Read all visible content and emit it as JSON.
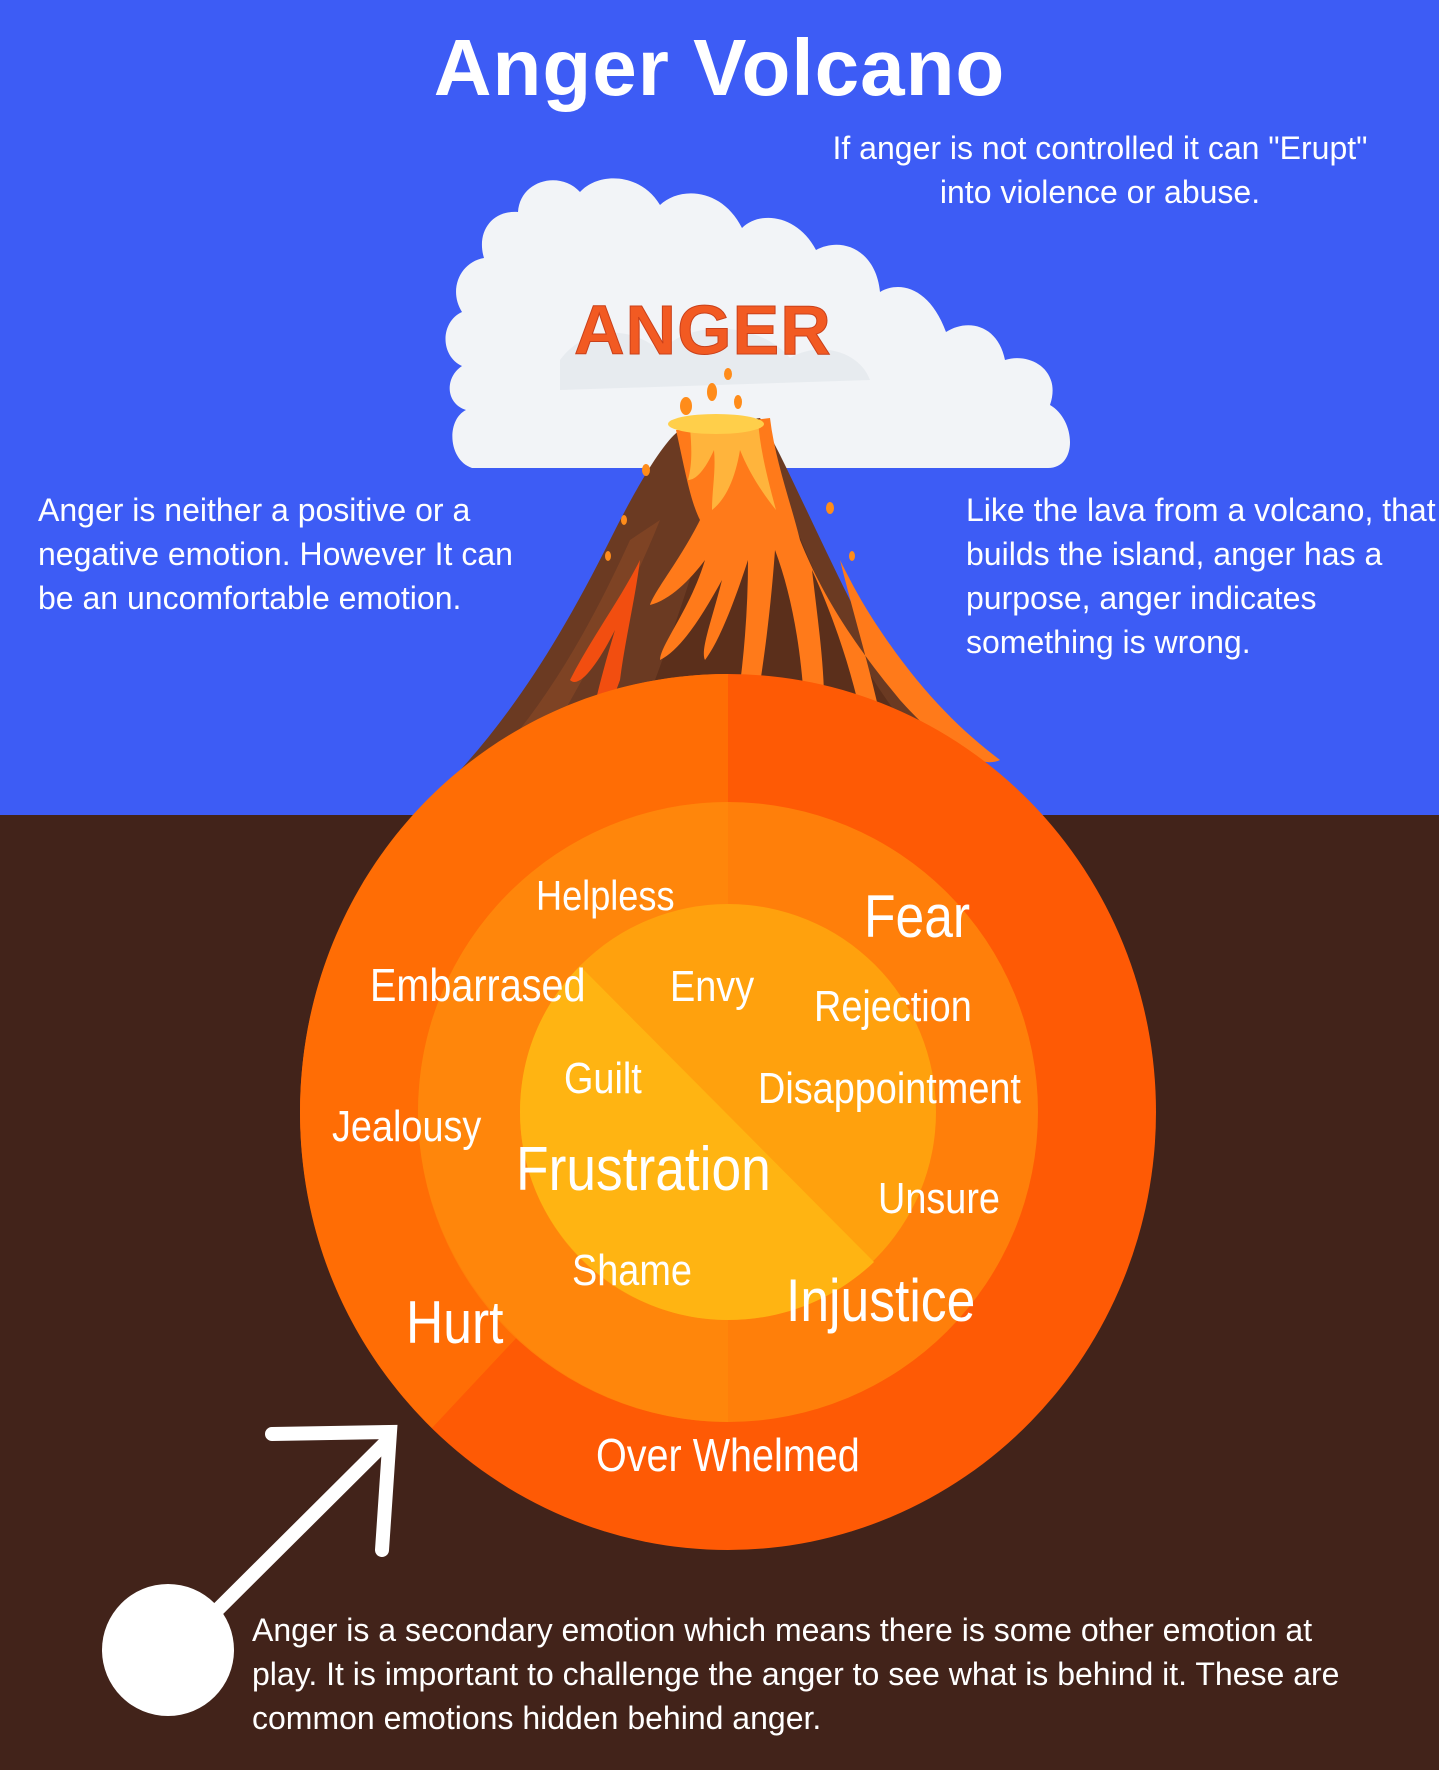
{
  "title": "Anger Volcano",
  "eruption_word": "ANGER",
  "notes": {
    "erupt": "If anger is not controlled it can \"Erupt\" into violence or abuse.",
    "neutral": "Anger is neither a positive or a negative emotion. However It can be an uncomfortable emotion.",
    "lava": "Like the lava from a volcano, that builds the island, anger has a purpose, anger indicates something is wrong.",
    "secondary": "Anger is a secondary emotion which means there is some other emotion at play. It is important to challenge the anger to see what is behind it. These are common emotions hidden behind anger."
  },
  "hidden_emotions": {
    "helpless": "Helpless",
    "fear": "Fear",
    "embarrased": "Embarrased",
    "envy": "Envy",
    "rejection": "Rejection",
    "guilt": "Guilt",
    "disappointment": "Disappointment",
    "jealousy": "Jealousy",
    "frustration": "Frustration",
    "unsure": "Unsure",
    "shame": "Shame",
    "injustice": "Injustice",
    "hurt": "Hurt",
    "overwhelmed": "Over Whelmed"
  },
  "colors": {
    "sky": "#3d5cf5",
    "ground": "#42231a",
    "magma_outer": "#fe5a05",
    "magma_mid": "#ff7f0a",
    "magma_inner": "#ffa10d",
    "magma_core": "#ffb412",
    "anger_text": "#f25a22",
    "mountain": "#6b3a22",
    "lava": "#ff7a1a",
    "cloud": "#f2f4f7"
  }
}
